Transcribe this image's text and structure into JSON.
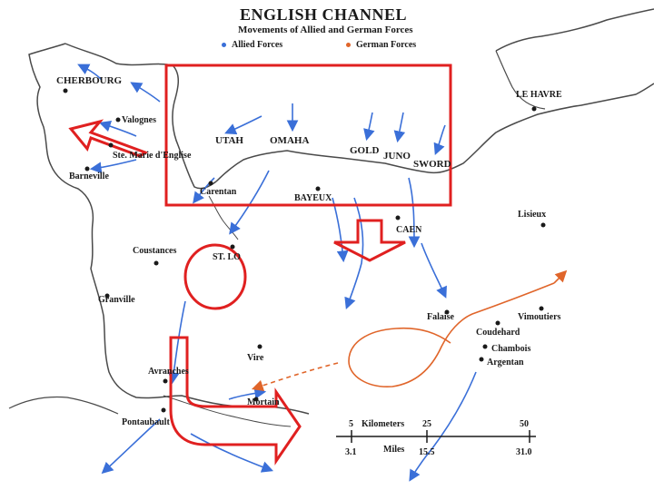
{
  "map": {
    "title": "ENGLISH CHANNEL",
    "subtitle": "Movements of Allied and German Forces",
    "legend": {
      "allied_label": "Allied Forces",
      "allied_color": "#3a6fd8",
      "german_label": "German Forces",
      "german_color": "#e0652a"
    },
    "places": {
      "cherbourg": "CHERBOURG",
      "valognes": "Valognes",
      "ste_marie": "Ste. Marie d'Englise",
      "barneville": "Barneville",
      "carentan": "Carentan",
      "utah": "UTAH",
      "omaha": "OMAHA",
      "gold": "GOLD",
      "juno": "JUNO",
      "sword": "SWORD",
      "bayeux": "BAYEUX",
      "le_havre": "LE HAVRE",
      "lisieux": "Lisieux",
      "caen": "CAEN",
      "coustances": "Coustances",
      "st_lo": "ST. LO",
      "granville": "Granville",
      "falaise": "Falaise",
      "coudehard": "Coudehard",
      "vimoutiers": "Vimoutiers",
      "chambois": "Chambois",
      "argentan": "Argentan",
      "vire": "Vire",
      "avranches": "Avranches",
      "mortain": "Mortain",
      "pontaubault": "Pontaubault"
    },
    "scale": {
      "km_label": "Kilometers",
      "km_5": "5",
      "km_25": "25",
      "km_50": "50",
      "miles_label": "Miles",
      "mi_3_1": "3.1",
      "mi_15_5": "15.5",
      "mi_31_0": "31.0"
    },
    "annotation_color": "#e02020"
  }
}
